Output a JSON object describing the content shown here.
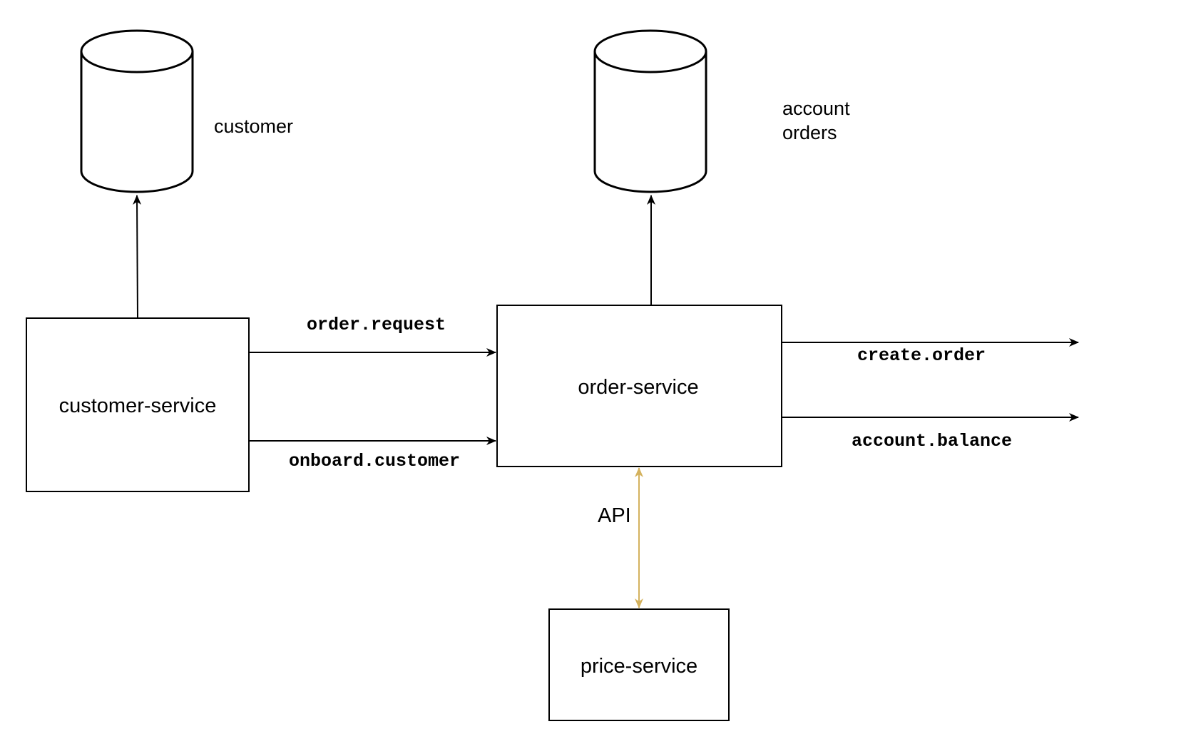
{
  "services": {
    "customer": "customer-service",
    "order": "order-service",
    "price": "price-service"
  },
  "databases": {
    "customer_db": {
      "lines": [
        "customer"
      ]
    },
    "order_db": {
      "lines": [
        "account",
        "orders"
      ]
    }
  },
  "topics": {
    "order_request": "order.request",
    "onboard_customer": "onboard.customer",
    "create_order": "create.order",
    "account_balance": "account.balance"
  },
  "api_label": "API",
  "colors": {
    "stroke": "#000000",
    "api_arrow": "#d4b25e",
    "background": "#ffffff"
  }
}
